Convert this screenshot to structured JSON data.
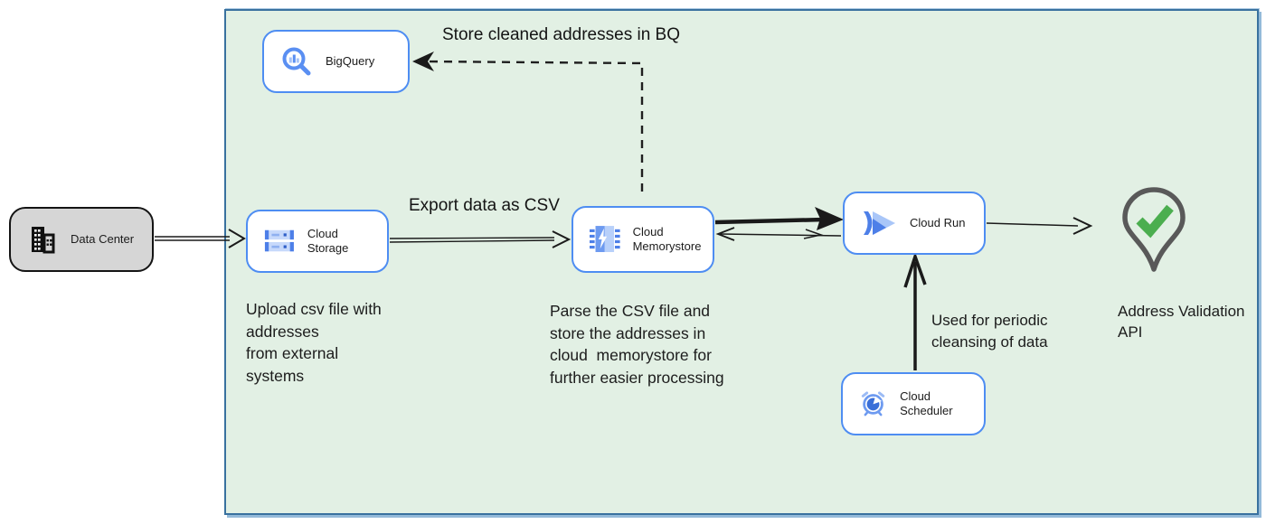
{
  "nodes": {
    "data_center": {
      "label": "Data Center",
      "icon": "building-icon"
    },
    "bigquery": {
      "label": "BigQuery",
      "icon": "bigquery-icon"
    },
    "cloud_storage": {
      "label": "Cloud Storage",
      "icon": "cloud-storage-icon"
    },
    "cloud_memorystore": {
      "label": "Cloud Memorystore",
      "icon": "memorystore-icon"
    },
    "cloud_run": {
      "label": "Cloud Run",
      "icon": "cloud-run-icon"
    },
    "cloud_scheduler": {
      "label": "Cloud Scheduler",
      "icon": "scheduler-icon"
    },
    "address_validation": {
      "label": "Address Validation API",
      "icon": "location-pin-check-icon"
    }
  },
  "annotations": {
    "store_bq": "Store cleaned addresses in BQ",
    "export_csv": "Export data as CSV",
    "upload_csv": "Upload csv file with\naddresses\nfrom external\nsystems",
    "parse_csv": "Parse the CSV file and\nstore the addresses in\ncloud  memorystore for\nfurther easier processing",
    "periodic": "Used for periodic\ncleansing of data"
  },
  "colors": {
    "container_fill": "#e2f0e4",
    "container_border": "#39719f",
    "node_border": "#4e8df2",
    "icon_blue": "#4d7fe8",
    "icon_light_blue": "#b8d0fa",
    "datacenter_fill": "#d6d6d6",
    "pin_gray": "#595959",
    "check_green": "#4bae4f",
    "arrow_black": "#1a1a1a"
  }
}
